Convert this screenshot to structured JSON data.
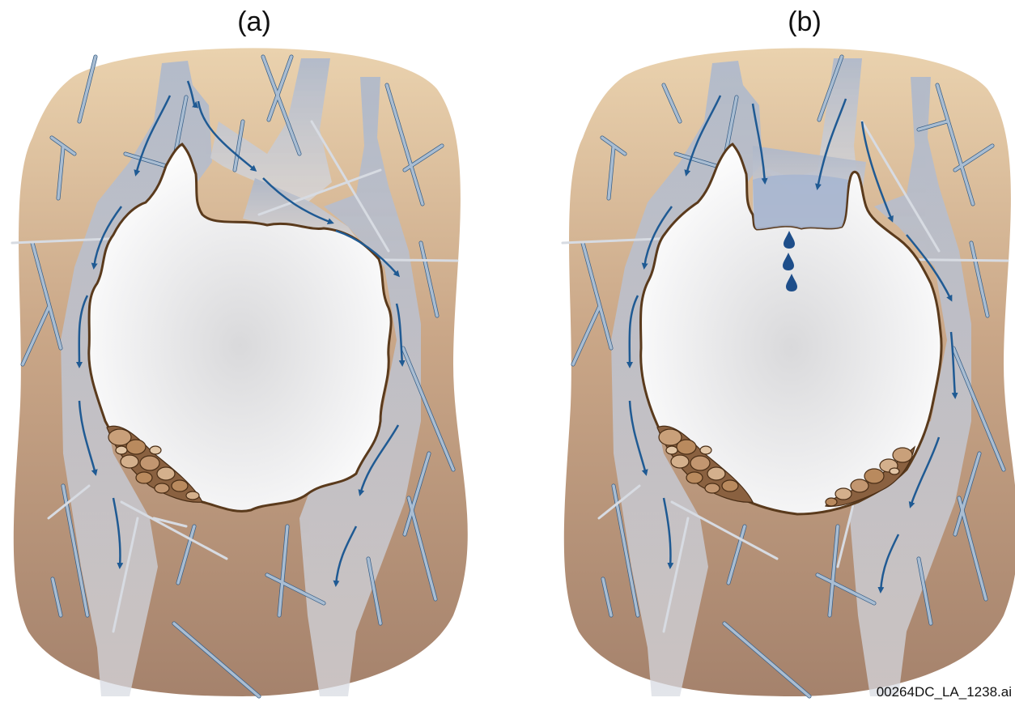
{
  "panels": [
    {
      "id": "a",
      "label": "(a)",
      "seepage_drops": false,
      "rockfall_right": false
    },
    {
      "id": "b",
      "label": "(b)",
      "seepage_drops": true,
      "rockfall_right": true
    }
  ],
  "file_id": "00264DC_LA_1238.ai",
  "colors": {
    "rock_top": "#ead2ae",
    "rock_mid": "#c9a687",
    "rock_bottom": "#a5826c",
    "water": "#a9b8cf",
    "flow_arrow": "#1f5a93",
    "fracture": "#7f9cb8",
    "fracture_edge": "#385f87",
    "drop": "#1e4e8a",
    "drift_wall": "#5a3a1c",
    "rubble": "#b98a5e"
  }
}
